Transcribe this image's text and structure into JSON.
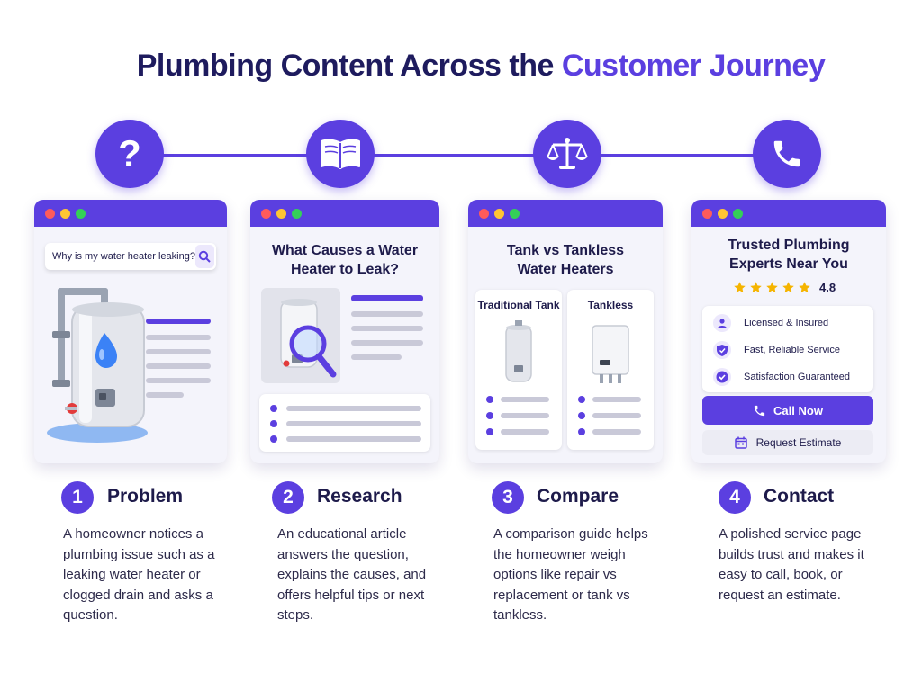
{
  "title": {
    "main": "Plumbing Content Across the ",
    "accent": "Customer Journey"
  },
  "colors": {
    "accent": "#5b3fe0",
    "dark": "#1e1b4b",
    "star": "#f5b400"
  },
  "steps": [
    {
      "icon": "question-icon",
      "number": "1",
      "label": "Problem",
      "description": "A homeowner notices a plumbing issue such as a leaking water heater or clogged drain and asks a question.",
      "search_text": "Why is my water heater leaking?"
    },
    {
      "icon": "book-icon",
      "number": "2",
      "label": "Research",
      "description": "An educational article answers the question, explains the causes, and offers helpful tips or next steps.",
      "heading": "What Causes a Water Heater to Leak?"
    },
    {
      "icon": "scale-icon",
      "number": "3",
      "label": "Compare",
      "description": "A comparison guide helps the homeowner weigh options like repair vs replacement or tank vs tankless.",
      "heading": "Tank vs Tankless Water Heaters",
      "option_a": "Traditional Tank",
      "option_b": "Tankless"
    },
    {
      "icon": "phone-icon",
      "number": "4",
      "label": "Contact",
      "description": "A polished service page builds trust and makes it easy to call, book, or request an estimate.",
      "heading": "Trusted Plumbing Experts Near You",
      "rating": "4.8",
      "star_count": 5,
      "features": [
        "Licensed & Insured",
        "Fast, Reliable Service",
        "Satisfaction Guaranteed"
      ],
      "call_label": "Call Now",
      "estimate_label": "Request Estimate"
    }
  ]
}
